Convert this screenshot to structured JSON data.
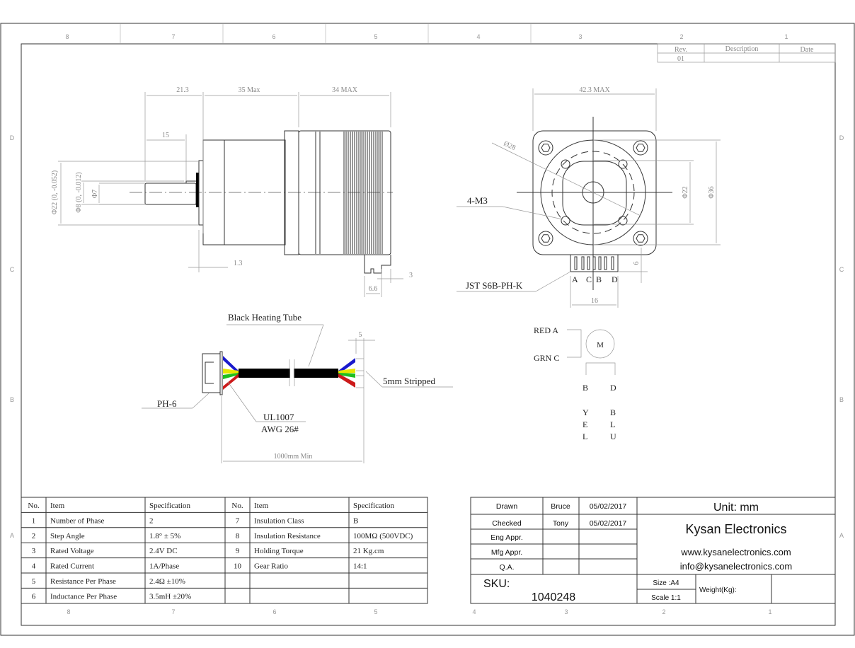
{
  "zones": {
    "top": [
      "8",
      "7",
      "6",
      "5",
      "4",
      "3",
      "2",
      "1"
    ],
    "bottom": [
      "8",
      "7",
      "6",
      "5",
      "4",
      "3",
      "2",
      "1"
    ],
    "side": [
      "D",
      "C",
      "B",
      "A"
    ]
  },
  "revision_table": {
    "headers": [
      "Rev.",
      "Description",
      "Date"
    ],
    "rows": [
      [
        "01",
        "",
        ""
      ]
    ]
  },
  "side_view": {
    "dims": {
      "shaft_total": "21.3",
      "gearbox": "35 Max",
      "motor": "34 MAX",
      "shaft_flat": "15",
      "pilot_dia": "Φ22 (0, -0.052)",
      "shaft_dia": "Φ8 (0, -0.012)",
      "flat_dia": "Φ7",
      "pilot_len": "1.3",
      "conn_h": "3",
      "conn_w": "6.6"
    }
  },
  "front_view": {
    "dims": {
      "width": "42.3 MAX",
      "bolt_circle": "Ø28",
      "pilot": "Φ22",
      "body": "Φ36",
      "conn_offset": "6",
      "conn_width": "16"
    },
    "labels": {
      "holes": "4-M3",
      "connector": "JST S6B-PH-K"
    },
    "pins": [
      "A",
      "C",
      "B",
      "D"
    ]
  },
  "cable": {
    "tube": "Black Heating Tube",
    "strip_len": "5",
    "stripped": "5mm Stripped",
    "connector": "PH-6",
    "wire_type": "UL1007",
    "awg": "AWG 26#",
    "length": "1000mm Min",
    "colors": {
      "blue": "#1a1acc",
      "yellow": "#e6e600",
      "green": "#1fbf1f",
      "red": "#cc1a1a",
      "black": "#000000"
    }
  },
  "schematic": {
    "motor": "M",
    "red": "RED A",
    "grn": "GRN C",
    "b": "B",
    "d": "D",
    "yel": [
      "Y",
      "E",
      "L"
    ],
    "blu": [
      "B",
      "L",
      "U"
    ]
  },
  "spec_table": {
    "headers": [
      "No.",
      "Item",
      "Specification",
      "No.",
      "Item",
      "Specification"
    ],
    "rows": [
      [
        "1",
        "Number of Phase",
        "2",
        "7",
        "Insulation Class",
        "B"
      ],
      [
        "2",
        "Step Angle",
        "1.8° ± 5%",
        "8",
        "Insulation Resistance",
        "100MΩ (500VDC)"
      ],
      [
        "3",
        "Rated Voltage",
        "2.4V DC",
        "9",
        "Holding Torque",
        "21 Kg.cm"
      ],
      [
        "4",
        "Rated Current",
        "1A/Phase",
        "10",
        "Gear Ratio",
        "14:1"
      ],
      [
        "5",
        "Resistance Per Phase",
        "2.4Ω ±10%",
        "",
        "",
        ""
      ],
      [
        "6",
        "Inductance Per Phase",
        "3.5mH ±20%",
        "",
        "",
        ""
      ]
    ]
  },
  "title_block": {
    "approvals": [
      [
        "Drawn",
        "Bruce",
        "05/02/2017"
      ],
      [
        "Checked",
        "Tony",
        "05/02/2017"
      ],
      [
        "Eng Appr.",
        "",
        ""
      ],
      [
        "Mfg Appr.",
        "",
        ""
      ],
      [
        "Q.A.",
        "",
        ""
      ]
    ],
    "unit": "Unit: mm",
    "company": "Kysan Electronics",
    "website": "www.kysanelectronics.com",
    "email": "info@kysanelectronics.com",
    "sku_label": "SKU:",
    "sku": "1040248",
    "size": "Size :A4",
    "scale": "Scale 1:1",
    "weight": "Weight(Kg):"
  }
}
